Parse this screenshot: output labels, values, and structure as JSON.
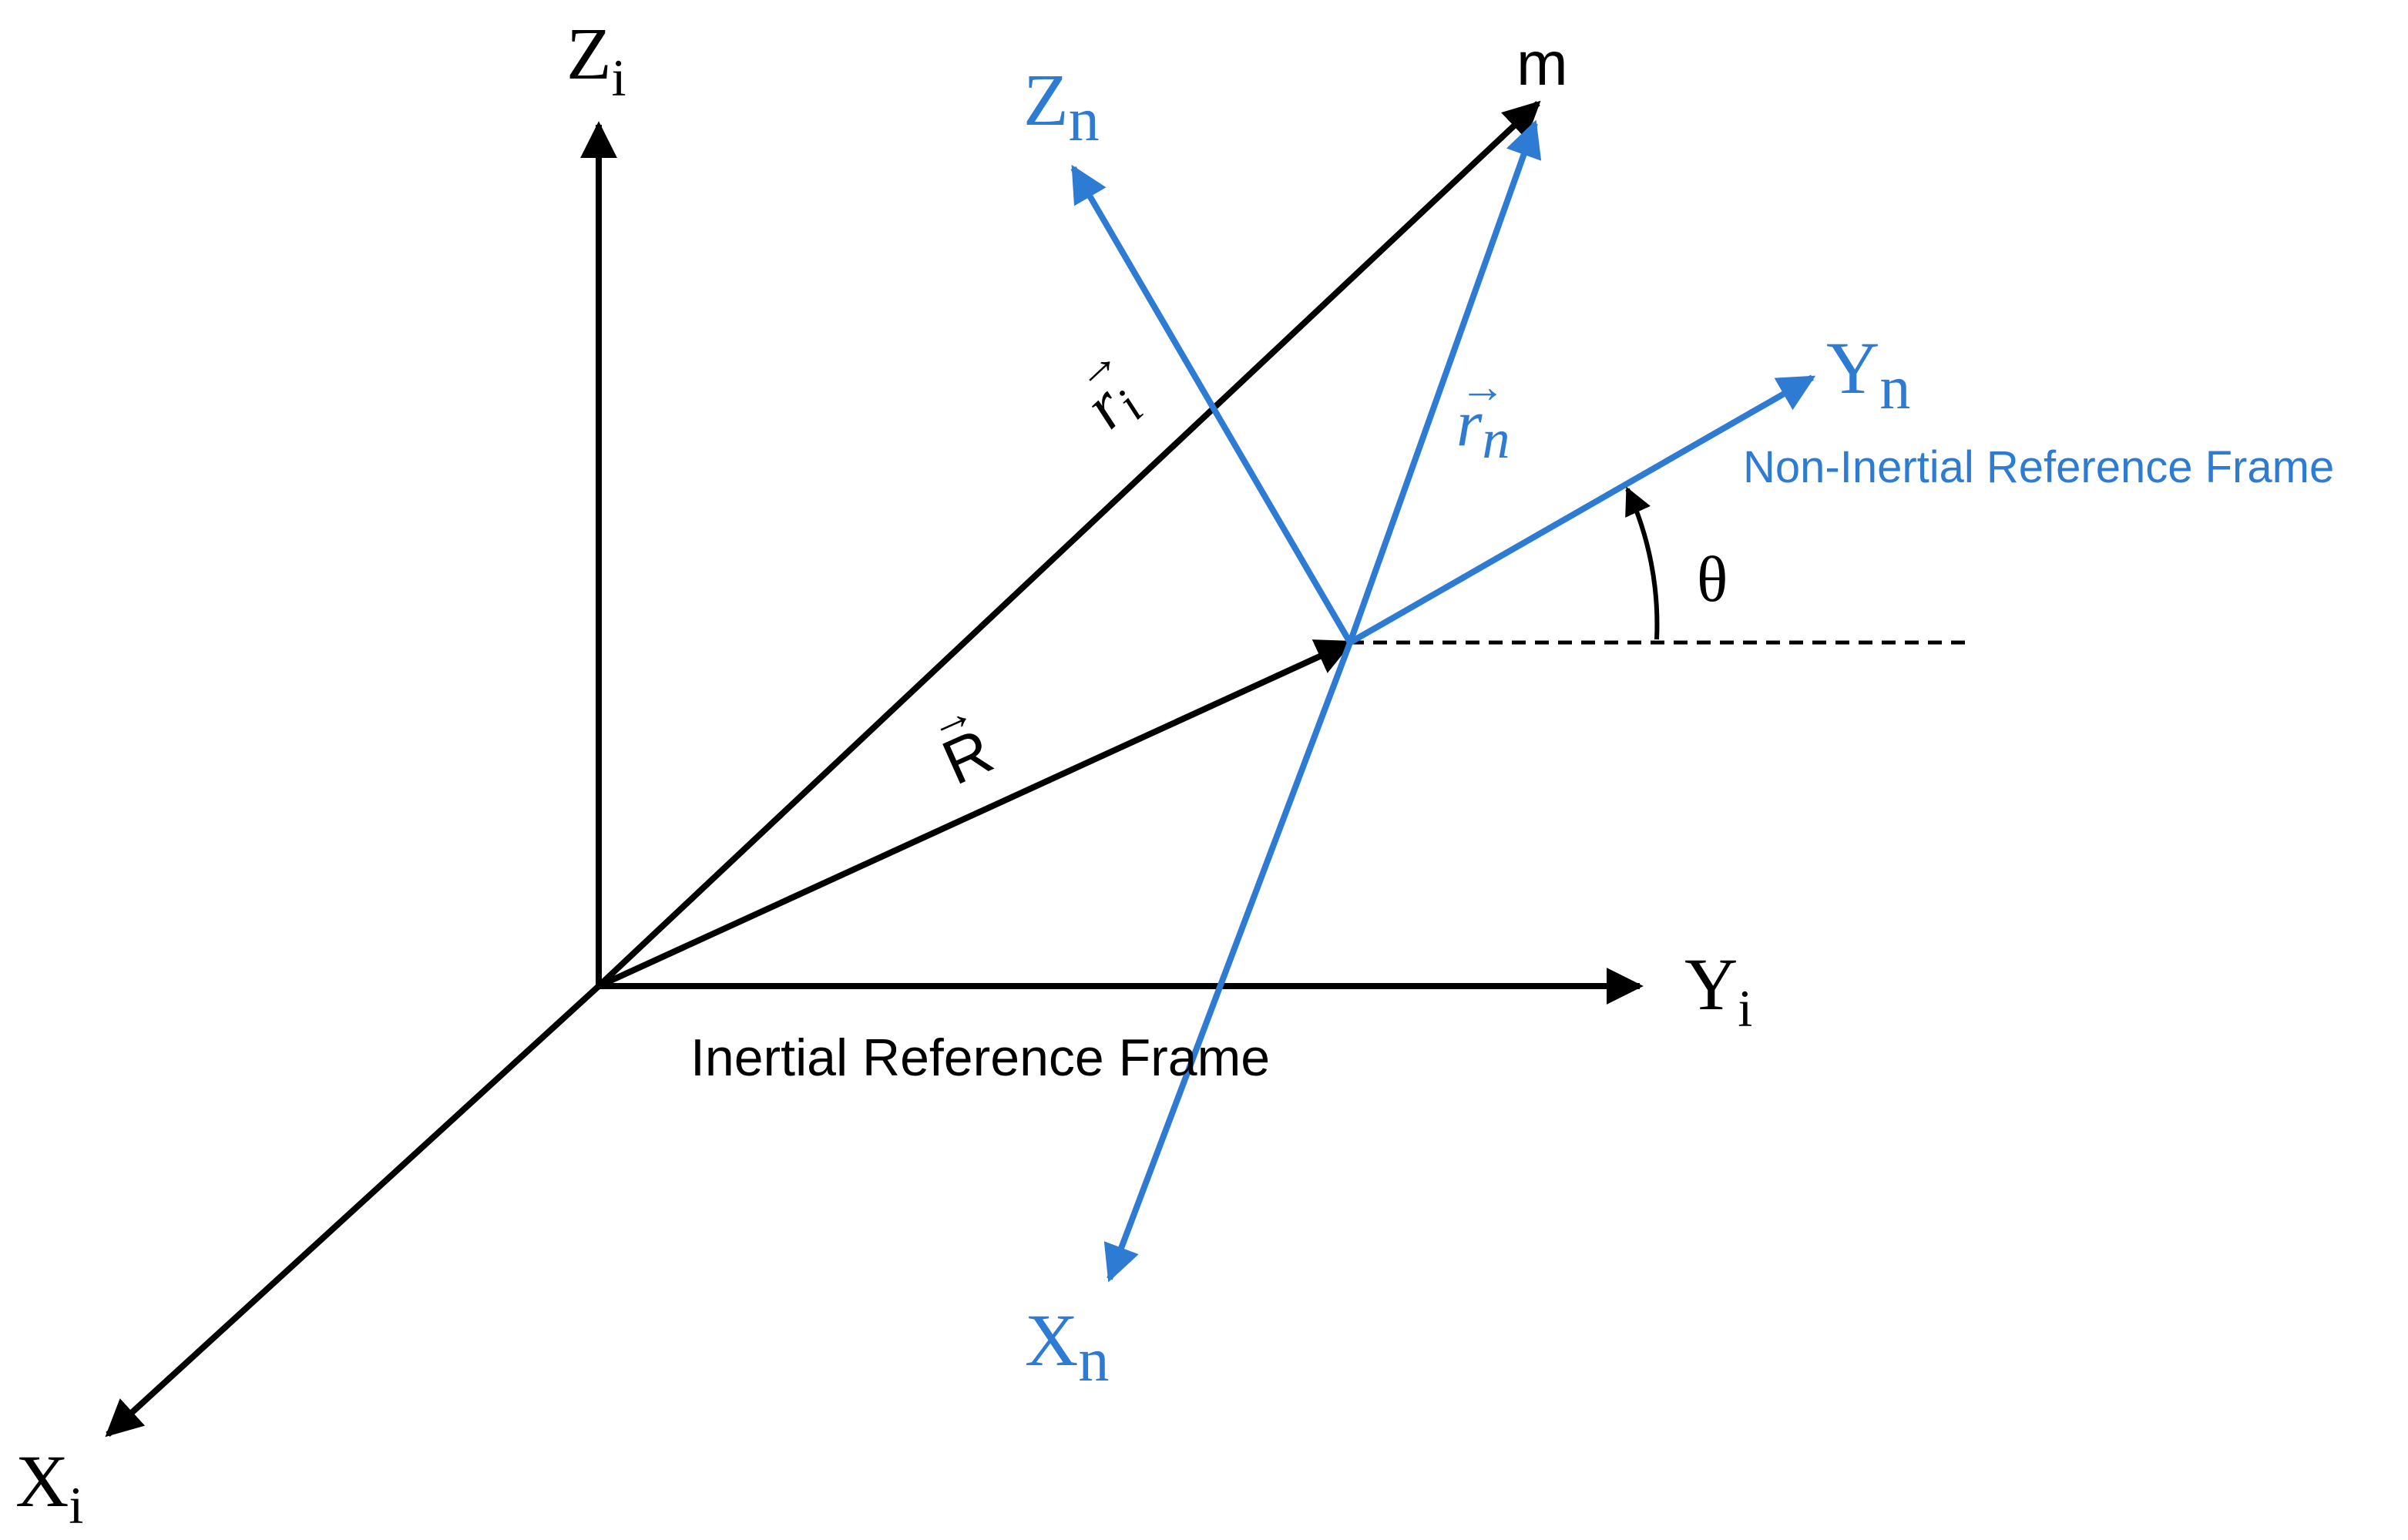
{
  "colors": {
    "inertial": "#000000",
    "non_inertial": "#2e7bd3"
  },
  "labels": {
    "zi_main": "Z",
    "zi_sub": "i",
    "yi_main": "Y",
    "yi_sub": "i",
    "xi_main": "X",
    "xi_sub": "i",
    "zn_main": "Z",
    "zn_sub": "n",
    "yn_main": "Y",
    "yn_sub": "n",
    "xn_main": "X",
    "xn_sub": "n",
    "mass": "m",
    "ri_main": "r",
    "ri_sub": "i",
    "rn_main": "r",
    "rn_sub": "n",
    "R": "R",
    "theta": "θ",
    "vector_arrow": "⃗",
    "inertial_frame": "Inertial Reference Frame",
    "non_inertial_frame": "Non-Inertial Reference Frame"
  }
}
